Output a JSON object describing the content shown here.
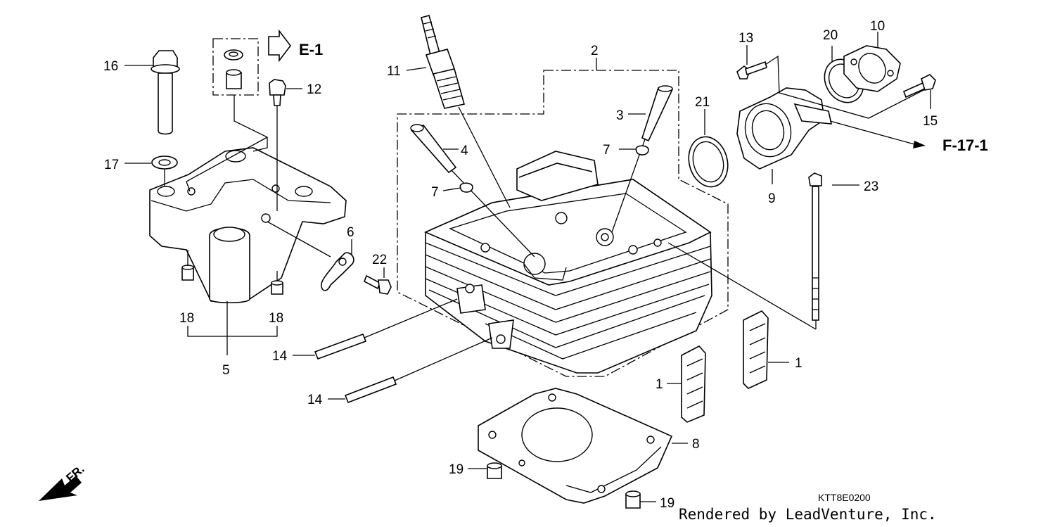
{
  "diagram": {
    "part_labels": [
      "1",
      "1",
      "2",
      "3",
      "4",
      "5",
      "6",
      "7",
      "7",
      "8",
      "9",
      "10",
      "11",
      "12",
      "13",
      "14",
      "14",
      "15",
      "16",
      "17",
      "18",
      "18",
      "19",
      "19",
      "20",
      "21",
      "22",
      "23"
    ],
    "references": {
      "e1": "E-1",
      "f171": "F-17-1"
    },
    "direction_label": "FR.",
    "diagram_code": "KTT8E0200",
    "credit": "Rendered by LeadVenture, Inc."
  }
}
